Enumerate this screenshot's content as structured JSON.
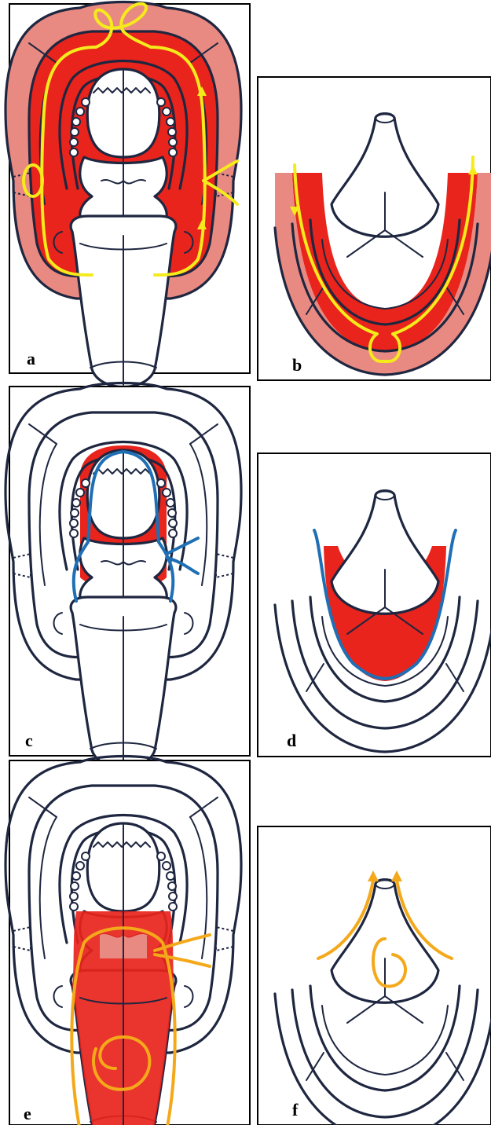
{
  "panels": [
    {
      "id": "a",
      "label": "a",
      "view": "upper-jaw"
    },
    {
      "id": "b",
      "label": "b",
      "view": "lower-jaw"
    },
    {
      "id": "c",
      "label": "c",
      "view": "upper-jaw"
    },
    {
      "id": "d",
      "label": "d",
      "view": "lower-jaw"
    },
    {
      "id": "e",
      "label": "e",
      "view": "upper-jaw"
    },
    {
      "id": "f",
      "label": "f",
      "view": "lower-jaw"
    }
  ],
  "colors": {
    "region_red": "#e8241c",
    "region_pink": "#e98a82",
    "outline": "#1e2640",
    "arrow_yellow": "#f5ea1b",
    "arrow_blue": "#1f6fb5",
    "arrow_orange": "#f4a91a"
  }
}
